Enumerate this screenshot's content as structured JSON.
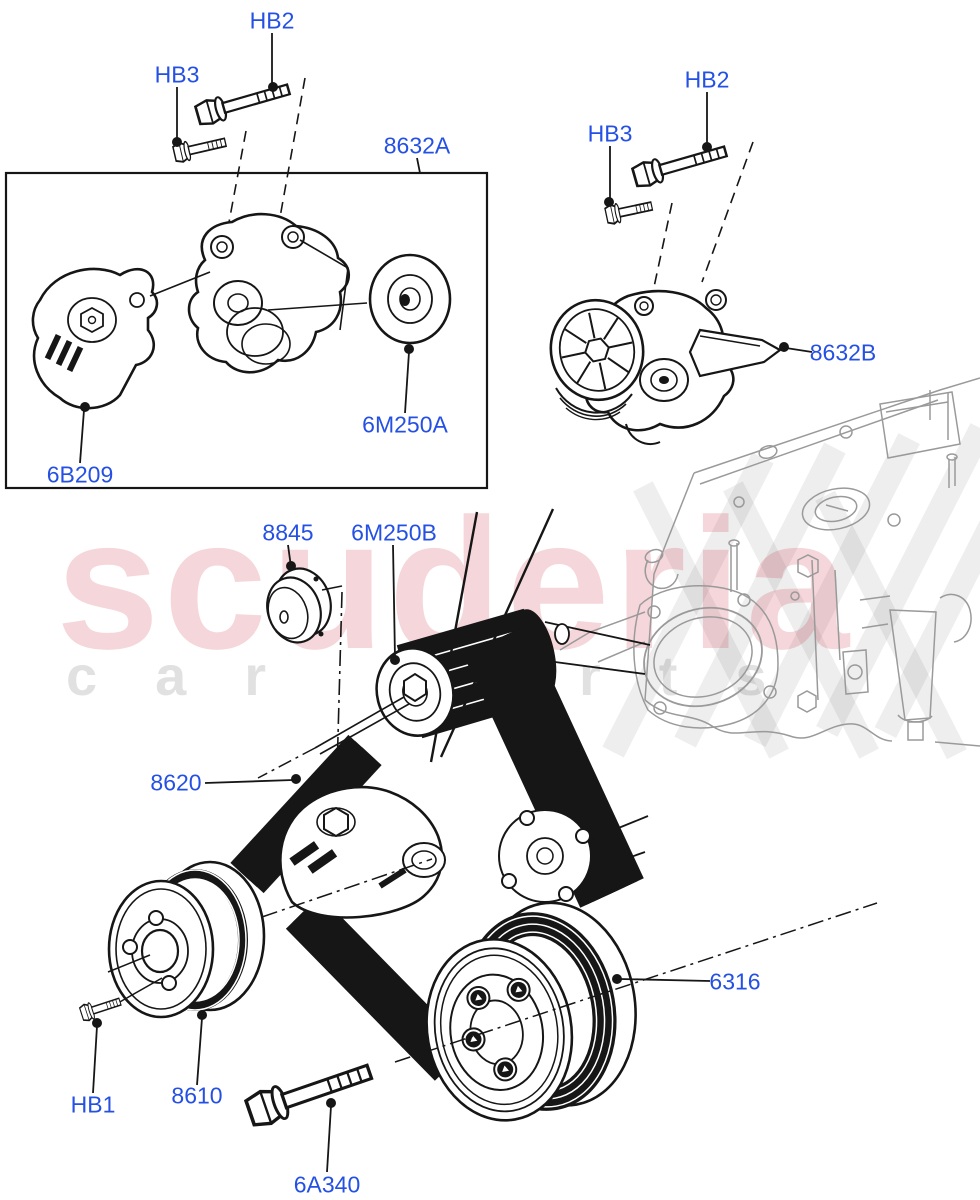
{
  "diagram": {
    "kind": "exploded-parts-diagram",
    "labels": [
      {
        "id": "hb2-left",
        "text": "HB2"
      },
      {
        "id": "hb3-left",
        "text": "HB3"
      },
      {
        "id": "8632a",
        "text": "8632A"
      },
      {
        "id": "hb2-right",
        "text": "HB2"
      },
      {
        "id": "hb3-right",
        "text": "HB3"
      },
      {
        "id": "8632b",
        "text": "8632B"
      },
      {
        "id": "6m250a",
        "text": "6M250A"
      },
      {
        "id": "6b209",
        "text": "6B209"
      },
      {
        "id": "8845",
        "text": "8845"
      },
      {
        "id": "6m250b",
        "text": "6M250B"
      },
      {
        "id": "8620",
        "text": "8620"
      },
      {
        "id": "6316",
        "text": "6316"
      },
      {
        "id": "hb1",
        "text": "HB1"
      },
      {
        "id": "8610",
        "text": "8610"
      },
      {
        "id": "6a340",
        "text": "6A340"
      }
    ]
  },
  "watermark": {
    "brand": "scuderia",
    "tagline": "car parts"
  },
  "colors": {
    "label_blue": "#2450e4",
    "watermark_red": "rgba(198,28,48,0.18)",
    "line_black": "#161616",
    "engine_gray": "#9a9a9a"
  }
}
